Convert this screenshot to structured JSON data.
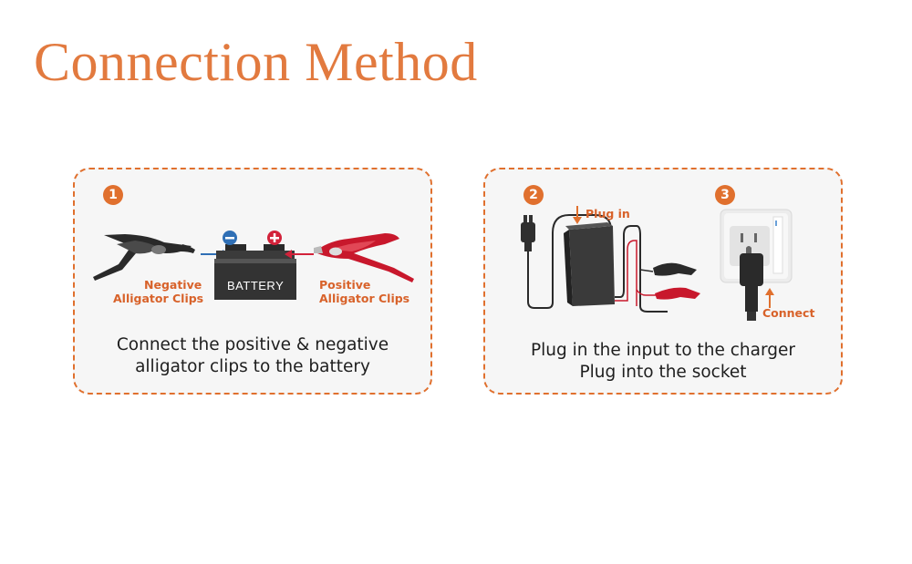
{
  "title": "Connection Method",
  "colors": {
    "accent": "#e0702e",
    "negative": "#2f6fb5",
    "positive": "#d2223a"
  },
  "panel1": {
    "step": "1",
    "battery_label": "BATTERY",
    "negative_label_1": "Negative",
    "negative_label_2": "Alligator Clips",
    "positive_label_1": "Positive",
    "positive_label_2": "Alligator Clips",
    "caption_line1": "Connect the positive & negative",
    "caption_line2": "alligator clips to the battery",
    "icons": [
      "negative-clip-icon",
      "positive-clip-icon",
      "battery-icon",
      "minus-terminal-icon",
      "plus-terminal-icon"
    ]
  },
  "panel2": {
    "step2": "2",
    "step3": "3",
    "plug_in_label": "Plug in",
    "connect_label": "Connect",
    "caption_line1": "Plug in the input to the charger",
    "caption_line2": "Plug into the socket",
    "icons": [
      "power-plug-icon",
      "charger-icon",
      "clips-icon",
      "wall-socket-icon"
    ]
  }
}
